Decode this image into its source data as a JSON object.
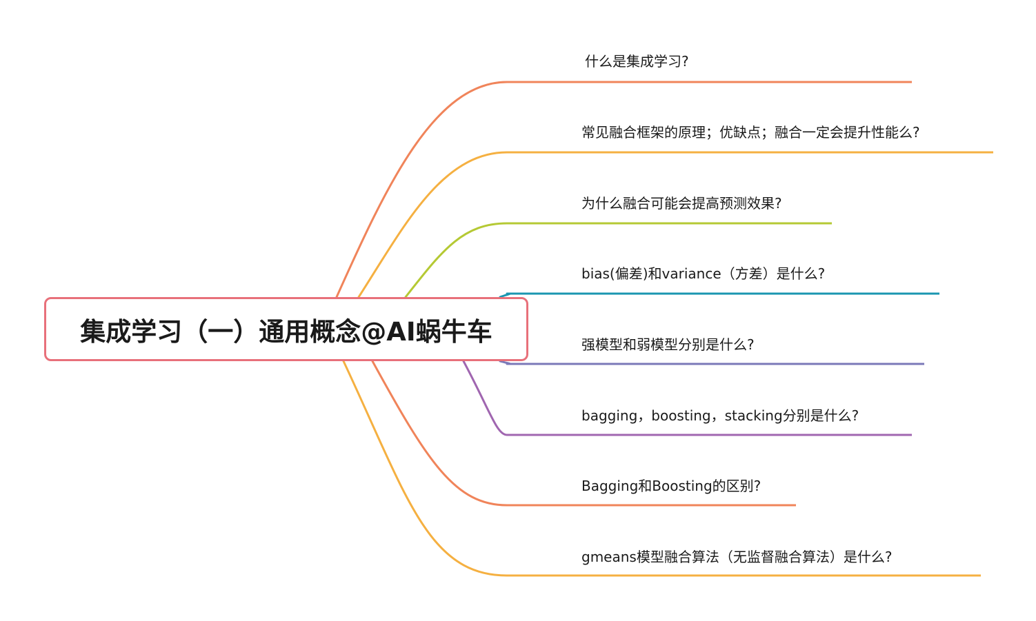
{
  "root": {
    "title": "集成学习（一）通用概念@AI蜗牛车",
    "border_color": "#e8707a"
  },
  "branches": [
    {
      "label": "什么是集成学习?",
      "color": "#f0845a"
    },
    {
      "label": "常见融合框架的原理；优缺点；融合一定会提升性能么?",
      "color": "#f5b041"
    },
    {
      "label": "为什么融合可能会提高预测效果?",
      "color": "#b5c934"
    },
    {
      "label": "bias(偏差)和variance（方差）是什么?",
      "color": "#1a96b0"
    },
    {
      "label": "强模型和弱模型分别是什么?",
      "color": "#7b79b8"
    },
    {
      "label": "bagging，boosting，stacking分别是什么?",
      "color": "#a066b0"
    },
    {
      "label": "Bagging和Boosting的区别?",
      "color": "#f0845a"
    },
    {
      "label": "gmeans模型融合算法（无监督融合算法）是什么?",
      "color": "#f5b041"
    }
  ]
}
